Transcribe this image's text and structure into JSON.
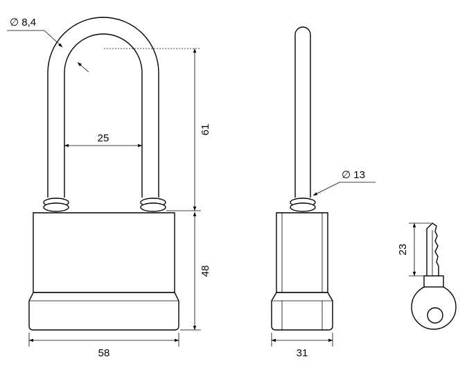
{
  "dimensions": {
    "shackle_diameter": "∅ 8,4",
    "shackle_inner_width": "25",
    "shackle_height": "61",
    "body_height": "48",
    "body_width": "58",
    "side_diameter": "∅ 13",
    "side_depth": "31",
    "key_length": "23"
  },
  "colors": {
    "line": "#000000",
    "background": "#ffffff"
  }
}
